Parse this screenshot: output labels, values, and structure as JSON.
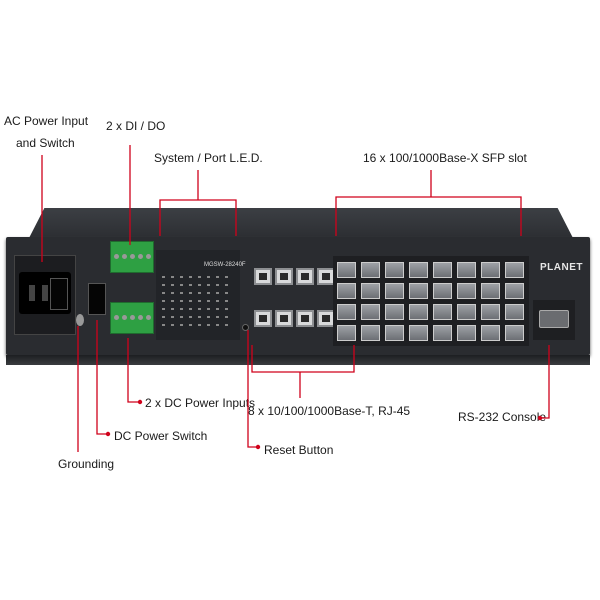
{
  "labels": {
    "ac_power": [
      "AC Power Input",
      "and Switch"
    ],
    "dido": "2 x DI / DO",
    "system_led": "System / Port L.E.D.",
    "sfp_slot": "16 x 100/1000Base-X SFP slot",
    "dc_power_inputs": "2 x DC Power Inputs",
    "dc_power_switch": "DC Power Switch",
    "grounding": "Grounding",
    "rj45": "8 x 10/100/1000Base-T, RJ-45",
    "reset_button": "Reset Button",
    "rs232_console": "RS-232 Console"
  },
  "device": {
    "logo_text": "PLANET",
    "model_text": "MGSW-28240F"
  },
  "colors": {
    "callout_line": "#d0021b",
    "chassis": "#2a2c30",
    "terminal_block": "#2ea043"
  }
}
